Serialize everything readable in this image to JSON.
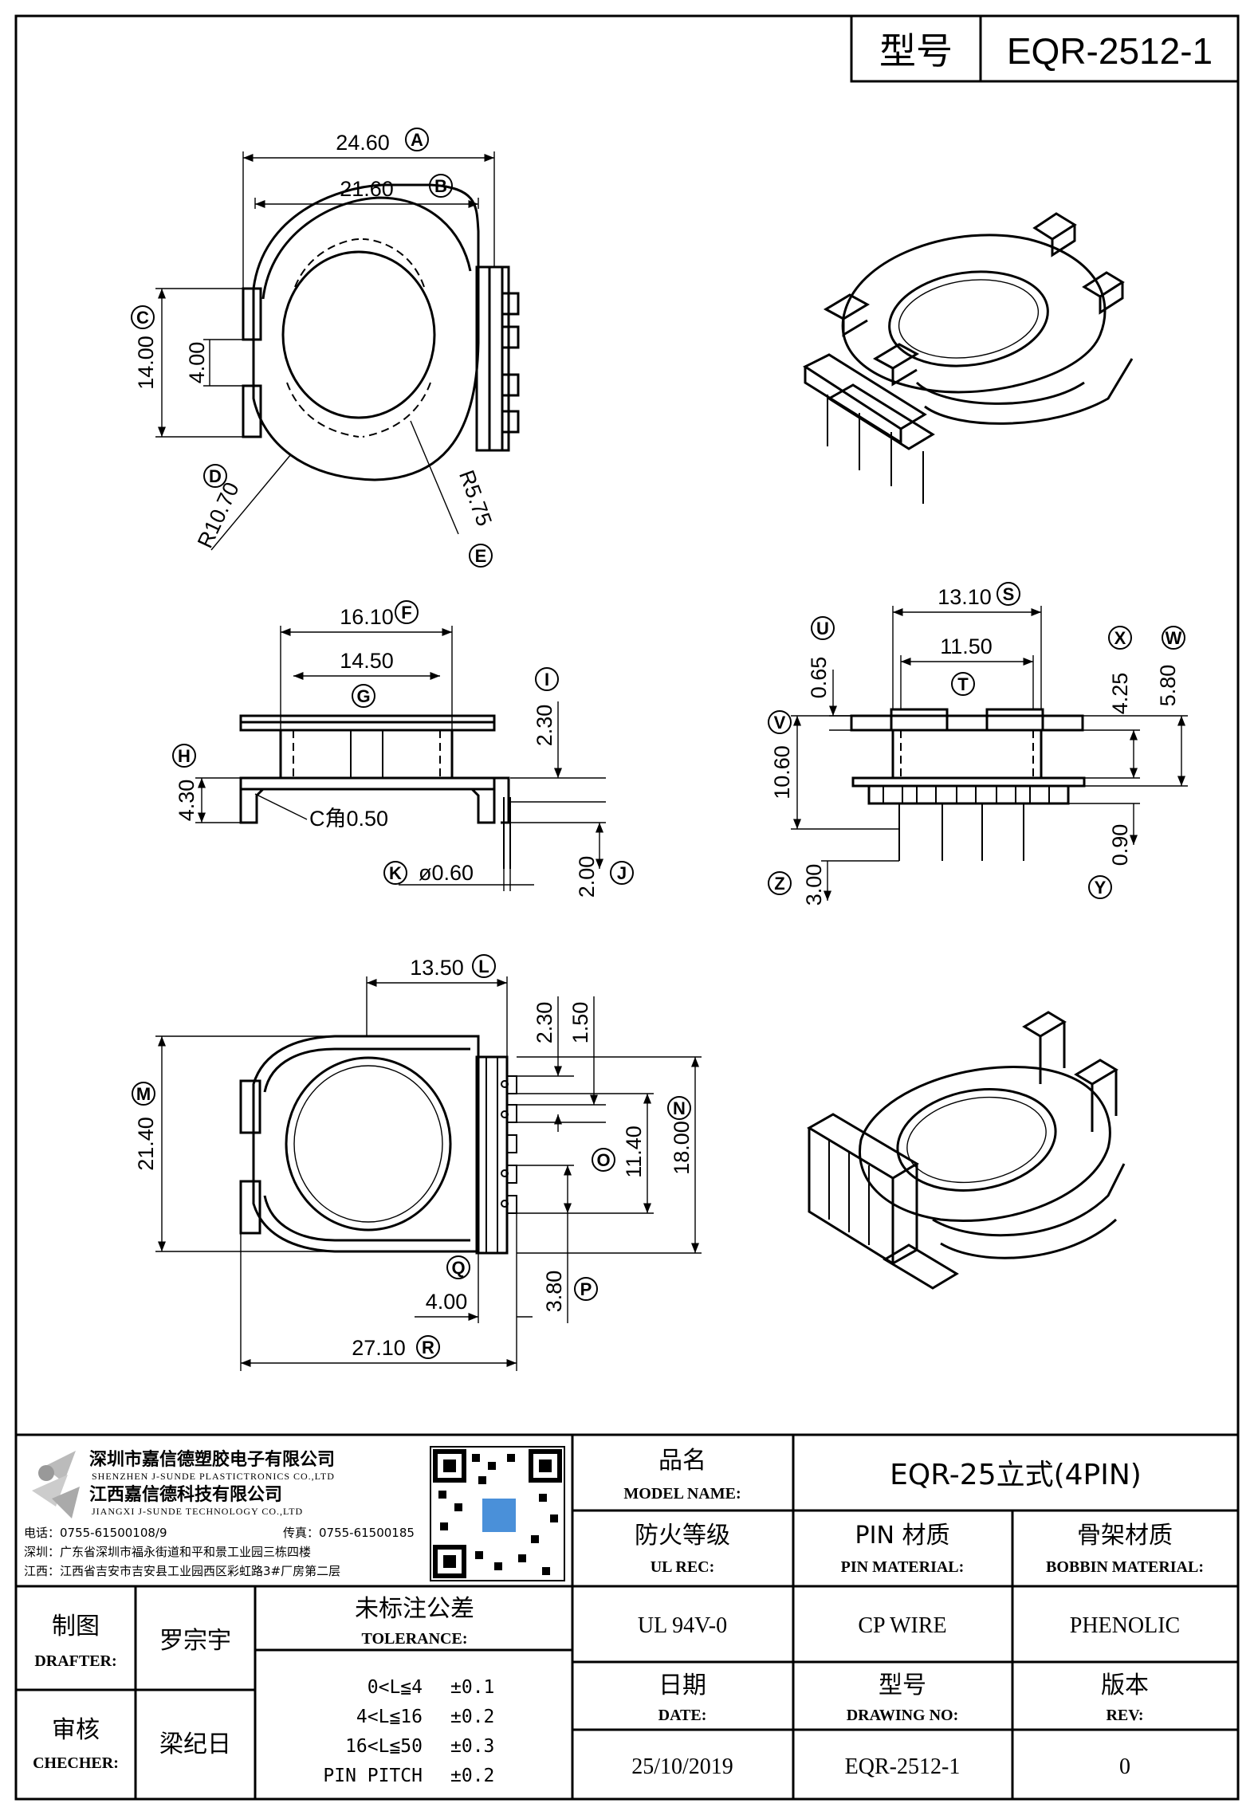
{
  "title_block_top": {
    "label": "型号",
    "value": "EQR-2512-1"
  },
  "top_view": {
    "dims": {
      "A": "24.60",
      "B": "21.60",
      "C": "14.00",
      "C_inner": "4.00",
      "D": "R10.70",
      "E": "R5.75"
    }
  },
  "front_view": {
    "dims": {
      "F": "16.10",
      "G": "14.50",
      "H": "4.30",
      "I": "2.30",
      "J": "2.00",
      "K": "ø0.60",
      "chamfer": "C角0.50"
    }
  },
  "side_view": {
    "dims": {
      "S": "13.10",
      "T": "11.50",
      "U": "0.65",
      "V": "10.60",
      "W": "5.80",
      "X": "4.25",
      "Y": "0.90",
      "Z": "3.00"
    }
  },
  "bottom_view": {
    "dims": {
      "L": "13.50",
      "M": "21.40",
      "N": "18.00",
      "O": "11.40",
      "P": "3.80",
      "Q": "4.00",
      "R": "27.10",
      "pin_23": "2.30",
      "pin_15": "1.50"
    }
  },
  "company": {
    "name_cn_1": "深圳市嘉信德塑胶电子有限公司",
    "name_en_1": "SHENZHEN J-SUNDE PLASTICTRONICS CO.,LTD",
    "name_cn_2": "江西嘉信德科技有限公司",
    "name_en_2": "JIANGXI J-SUNDE TECHNOLOGY CO.,LTD",
    "tel": "电话：0755-61500108/9",
    "fax": "传真：0755-61500185",
    "addr_sz": "深圳：广东省深圳市福永街道和平和景工业园三栋四楼",
    "addr_jx": "江西：江西省吉安市吉安县工业园西区彩虹路3#厂房第二层"
  },
  "title_block": {
    "model_name_cn": "品名",
    "model_name_en": "MODEL NAME:",
    "model_name_value": "EQR-25立式(4PIN)",
    "ul_cn": "防火等级",
    "ul_en": "UL REC:",
    "ul_value": "UL 94V-0",
    "pin_cn": "PIN 材质",
    "pin_en": "PIN MATERIAL:",
    "pin_value": "CP WIRE",
    "bobbin_cn": "骨架材质",
    "bobbin_en": "BOBBIN MATERIAL:",
    "bobbin_value": "PHENOLIC",
    "drafter_cn": "制图",
    "drafter_en": "DRAFTER:",
    "drafter_name": "罗宗宇",
    "checker_cn": "审核",
    "checker_en": "CHECHER:",
    "checker_name": "梁纪日",
    "tol_cn": "未标注公差",
    "tol_en": "TOLERANCE:",
    "tol_rows": [
      {
        "range": "0<L≦4",
        "value": "±0.1"
      },
      {
        "range": "4<L≦16",
        "value": "±0.2"
      },
      {
        "range": "16<L≦50",
        "value": "±0.3"
      },
      {
        "range": "PIN PITCH",
        "value": "±0.2"
      }
    ],
    "date_cn": "日期",
    "date_en": "DATE:",
    "date_value": "25/10/2019",
    "drawing_cn": "型号",
    "drawing_en": "DRAWING NO:",
    "drawing_value": "EQR-2512-1",
    "rev_cn": "版本",
    "rev_en": "REV:",
    "rev_value": "0"
  }
}
